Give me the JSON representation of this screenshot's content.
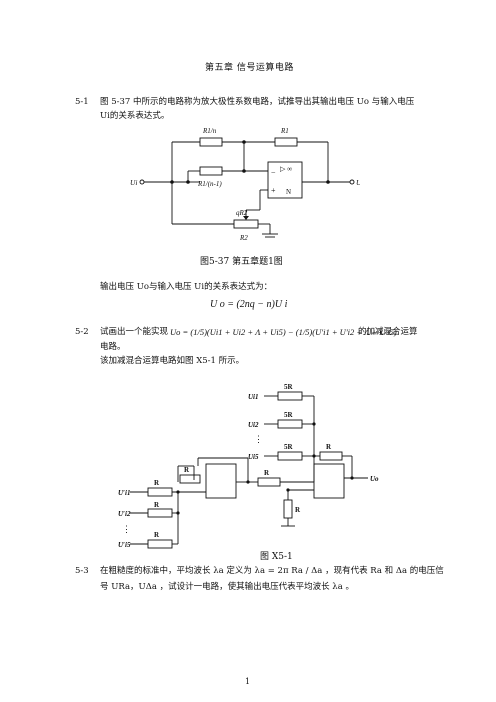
{
  "header": {
    "chapter_title": "第五章 信号运算电路"
  },
  "problem1": {
    "number": "5-1",
    "line1": "图 5-37 中所示的电路称为放大极性系数电路，试推导出其输出电压 Uo 与输入电压",
    "line2": "Ui的关系表达式。",
    "figure_caption": "图5-37    第五章题1图",
    "answer_intro": "输出电压 Uo与输入电压 Ui的关系表达式为：",
    "formula": "U o = (2nq − n)U i",
    "circuit_labels": {
      "r1_over_n": "R1/n",
      "r1": "R1",
      "r1_over_n_minus_1": "R1/(n-1)",
      "qr2": "qR2",
      "r2": "R2",
      "ui": "Ui",
      "uo": "Uo",
      "opamp_infinity": "▷ ∞",
      "opamp_n": "N",
      "opamp_minus": "−",
      "opamp_plus": "+"
    }
  },
  "problem2": {
    "number": "5-2",
    "line1_pre": "试画出一个能实现",
    "formula": "Uo = (1/5)(Ui1 + Ui2 + Λ + Ui5) − (1/5)(U′i1 + U′i2 + Λ + U′i5)",
    "line1_post": "的加减混合运算",
    "line2": "电路。",
    "line3": "该加减混合运算电路如图 X5-1 所示。",
    "figure_caption": "图 X5-1",
    "circuit_labels": {
      "r5": "5R",
      "r": "R",
      "uo": "Uo",
      "ui_p1": "Ui1",
      "ui_p5": "Ui5",
      "ui_p2": "Ui2",
      "ui_m1": "U′i1",
      "ui_m2": "U′i2",
      "ui_m5": "U′i5",
      "dots": "⋮"
    }
  },
  "problem3": {
    "number": "5-3",
    "line1": "在粗糙度的标准中，平均波长 λa 定义为 λa = 2π Ra / Δa ，现有代表 Ra 和 Δa 的电压信",
    "line2": "号 URa，UΔa ，试设计一电路，使其输出电压代表平均波长 λa 。"
  },
  "footer": {
    "page_number": "1"
  }
}
